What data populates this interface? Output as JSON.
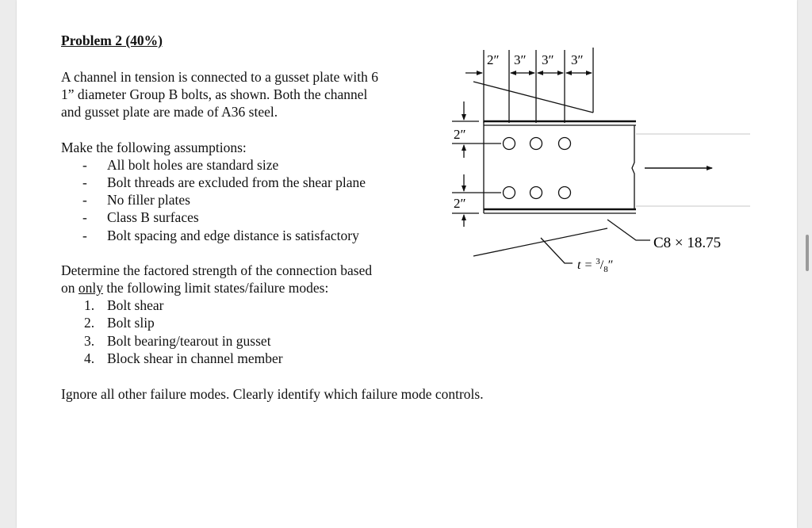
{
  "problem": {
    "title": "Problem 2 (40%)",
    "intro_lines": [
      "A channel in tension is connected to a gusset plate with 6",
      "1” diameter Group B bolts, as shown.  Both the channel",
      "and gusset plate are made of A36 steel."
    ],
    "assumptions_heading": "Make the following assumptions:",
    "assumptions": [
      "All bolt holes are standard size",
      "Bolt threads are excluded from the shear plane",
      "No filler plates",
      "Class B surfaces",
      "Bolt spacing and edge distance is satisfactory"
    ],
    "determine_line1": "Determine the factored strength of the connection based",
    "determine_line2_pre": "on ",
    "determine_line2_only": "only",
    "determine_line2_post": " the following limit states/failure modes:",
    "limit_states": [
      {
        "n": "1.",
        "label": "Bolt shear"
      },
      {
        "n": "2.",
        "label": "Bolt slip"
      },
      {
        "n": "3.",
        "label": "Bolt bearing/tearout in gusset"
      },
      {
        "n": "4.",
        "label": "Block shear in channel member"
      }
    ],
    "closing": "Ignore all other failure modes.  Clearly identify which failure mode controls."
  },
  "figure": {
    "dim_top": [
      "2″",
      "3″",
      "3″",
      "3″"
    ],
    "dim_left_top": "2″",
    "dim_left_bottom": "2″",
    "section_label": "C8 × 18.75",
    "thickness_label": "t = 3/8″",
    "thickness_prefix": "t = ",
    "thickness_num": "3",
    "thickness_den": "8",
    "thickness_suffix": "″"
  }
}
